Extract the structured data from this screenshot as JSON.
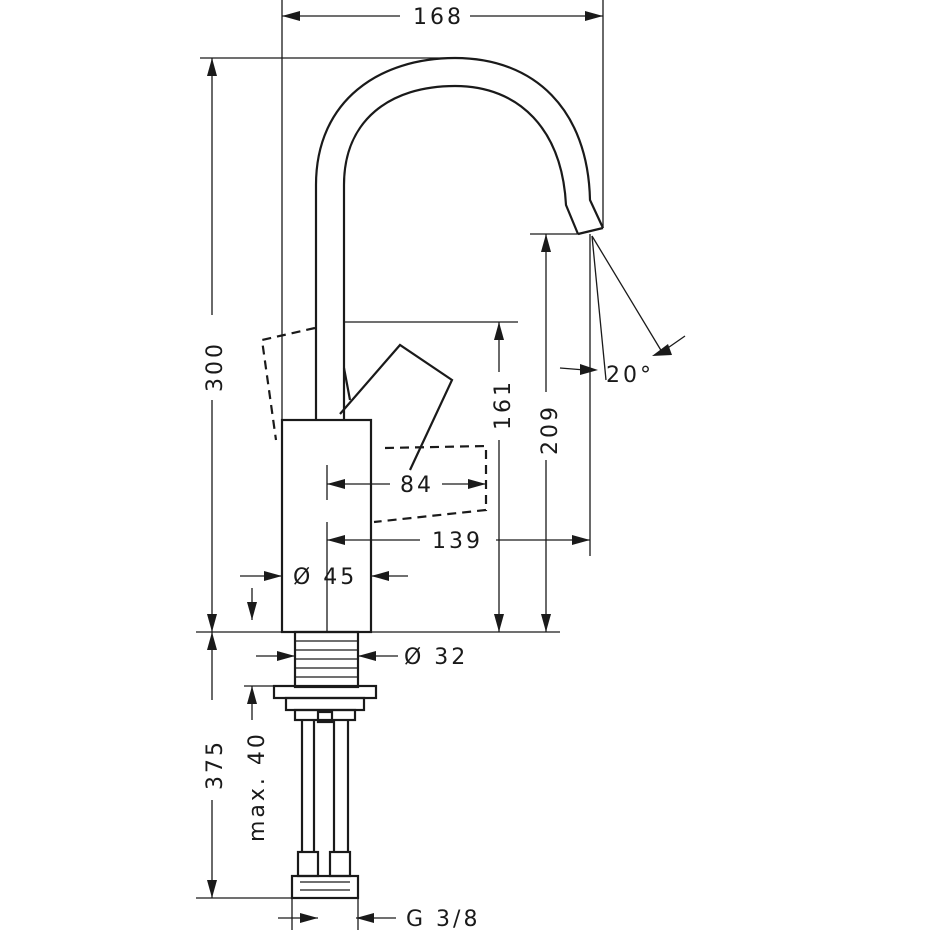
{
  "drawing": {
    "colors": {
      "ink": "#1a1a1a",
      "background": "#ffffff"
    },
    "dimensions": {
      "width_total": "168",
      "height_total": "300",
      "spout_clearance": "209",
      "lever_height": "161",
      "spout_angle": "20°",
      "lever_reach": "84",
      "spout_reach": "139",
      "body_diameter": "Ø 45",
      "shank_diameter": "Ø 32",
      "shank_length": "375",
      "counter_max": "max. 40",
      "connection_thread": "G 3/8"
    }
  }
}
